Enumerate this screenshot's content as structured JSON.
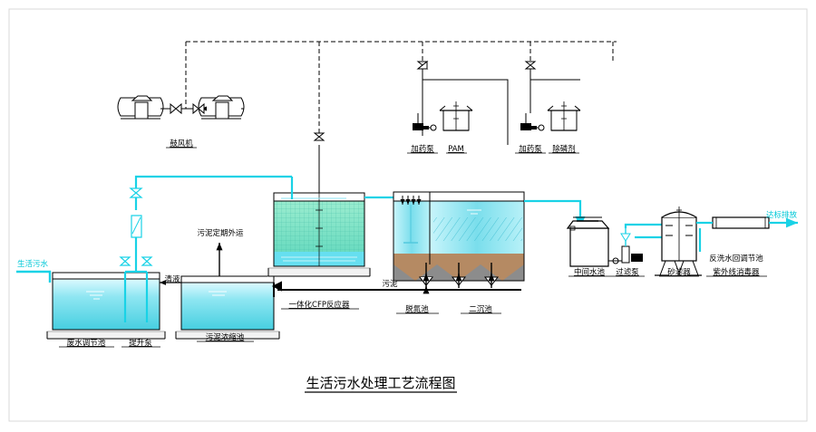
{
  "title": "生活污水处理工艺流程图",
  "colors": {
    "water": "#7fe3ef",
    "water_dark": "#31c6d8",
    "pipe_cyan": "#19d2e6",
    "media_green": "#7fe0c0",
    "sludge_brown": "#b58a63",
    "hopper_gray": "#8c8c8c",
    "line": "#000000"
  },
  "labels": {
    "influent": "生活污水",
    "blower": "鼓风机",
    "equalization_tank": "废水调节池",
    "lift_pump": "提升泵",
    "supernatant": "清液",
    "sludge_haul": "污泥定期外运",
    "sludge_thickener": "污泥浓缩池",
    "cfp_reactor": "一体化CFP反应器",
    "sludge": "污泥",
    "denitrification_tank": "脱氮池",
    "secondary_clarifier": "二沉池",
    "dosing_pump_1": "加药泵",
    "pam": "PAM",
    "dosing_pump_2": "加药泵",
    "dephosphorizing_agent": "除磷剂",
    "intermediate_tank": "中间水池",
    "filter_pump": "过滤泵",
    "sand_filter": "砂滤器",
    "uv_sterilizer": "紫外线消毒器",
    "backwash_return": "反洗水回调节池",
    "discharge": "达标排放"
  }
}
